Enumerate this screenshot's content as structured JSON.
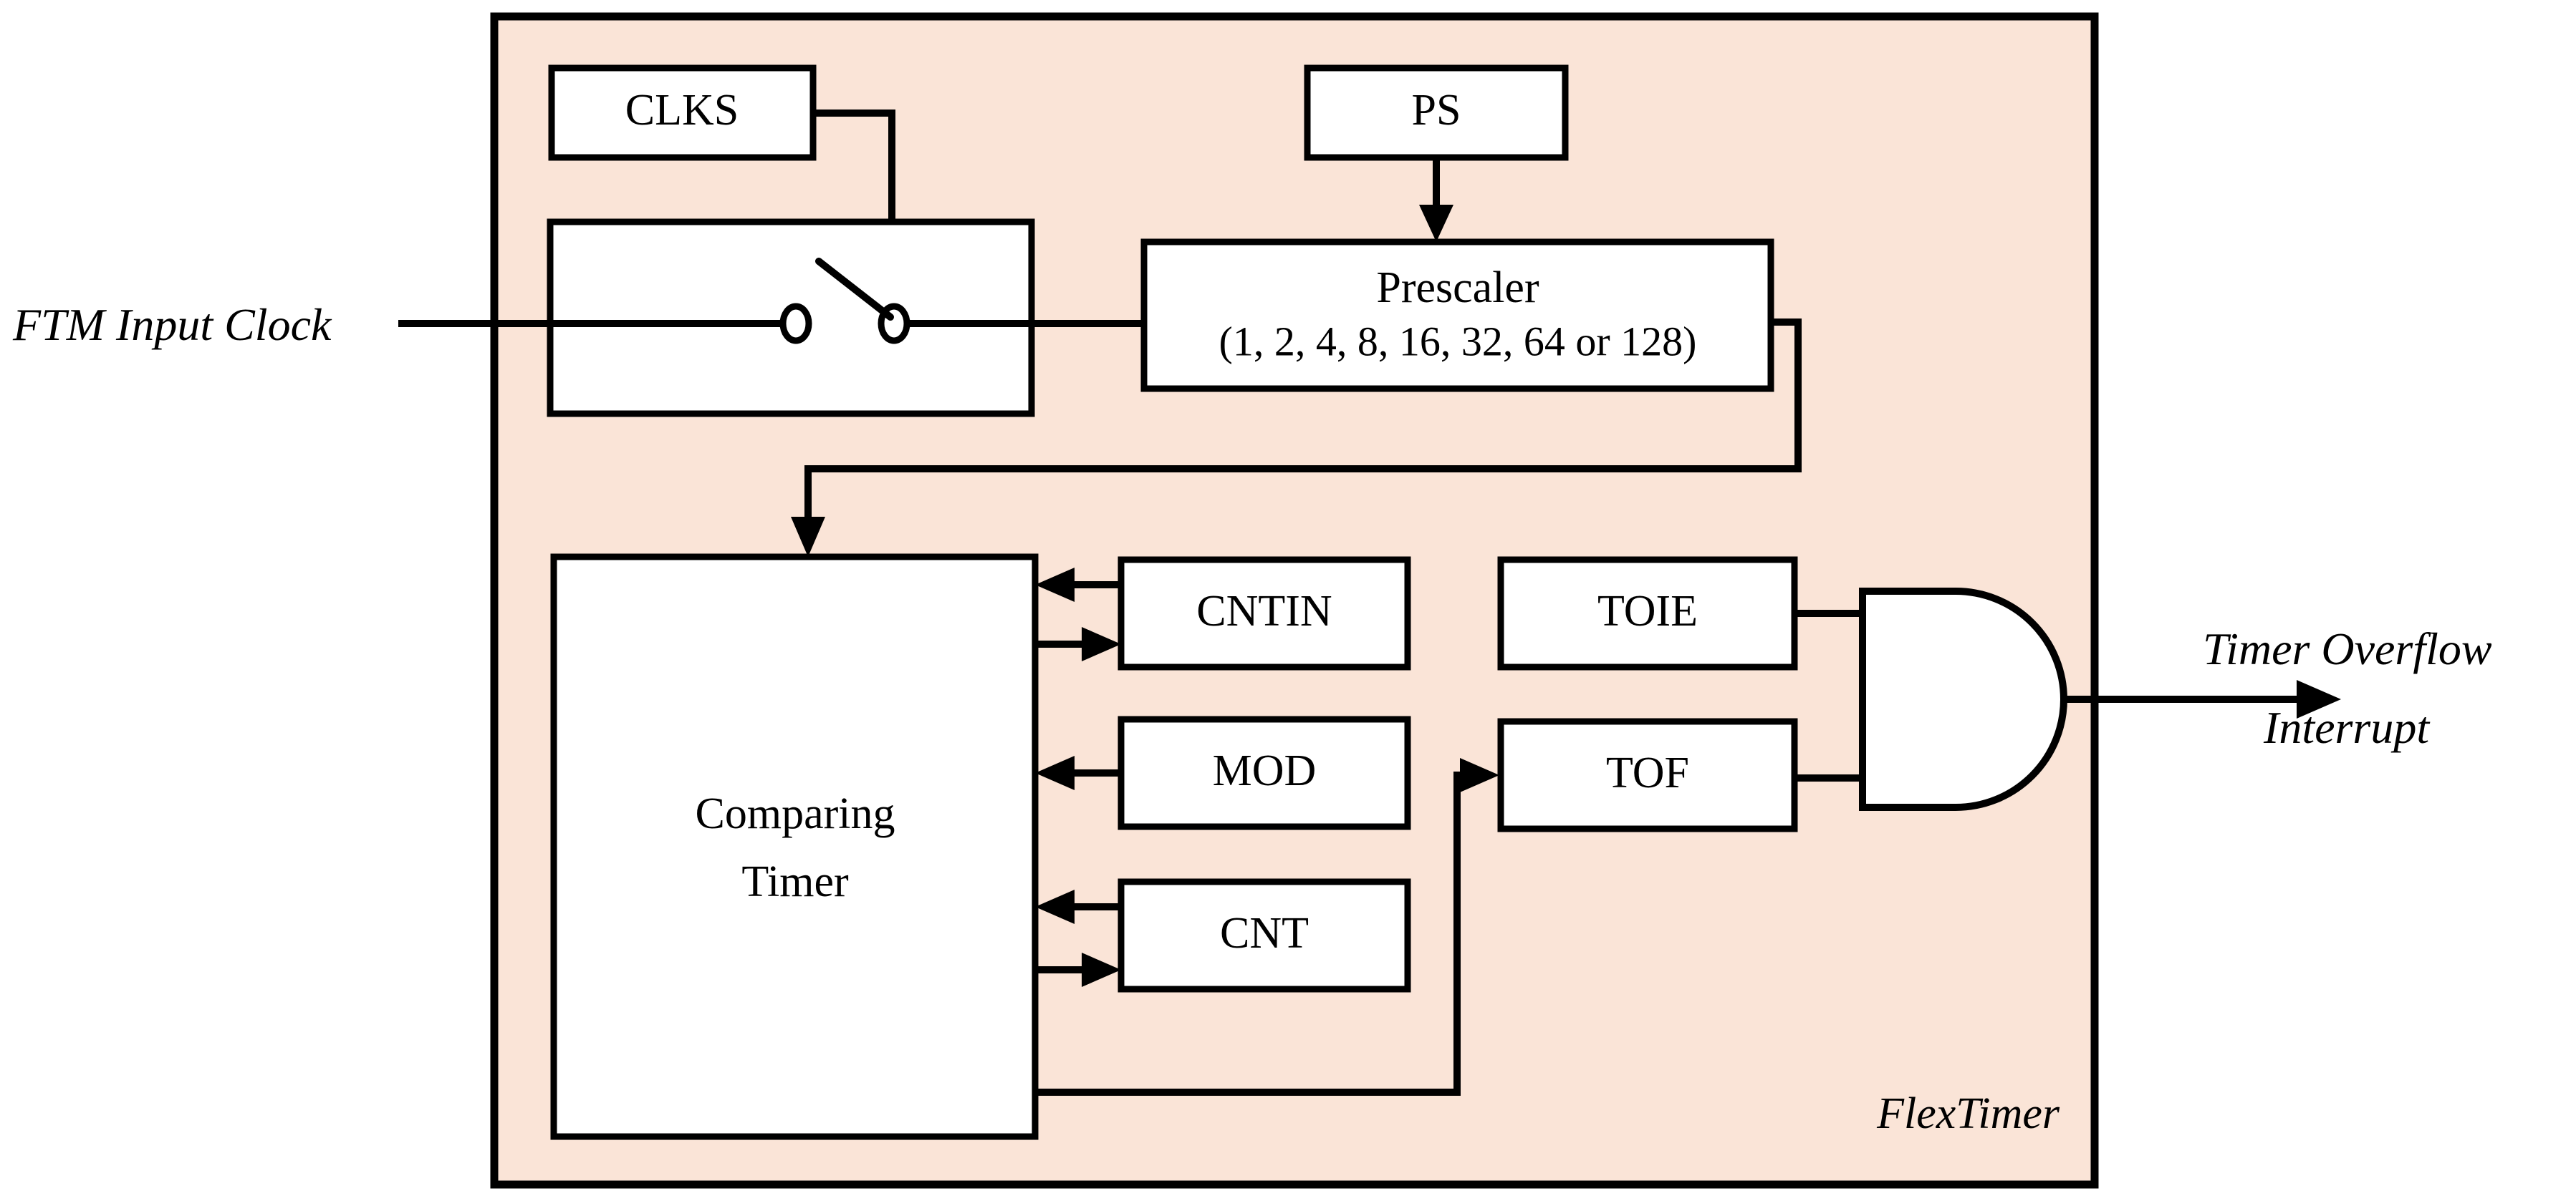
{
  "diagram": {
    "title": "FlexTimer block diagram",
    "panel_label": "FlexTimer",
    "colors": {
      "panel_background": "#FAE4D7",
      "box_fill": "#FFFFFF",
      "line": "#000000",
      "page_background": "#FFFFFF"
    },
    "external_labels": {
      "input_clock": "FTM Input Clock",
      "output_line1": "Timer Overflow",
      "output_line2": "Interrupt"
    },
    "blocks": {
      "clks": "CLKS",
      "ps": "PS",
      "prescaler_line1": "Prescaler",
      "prescaler_line2": "(1, 2, 4, 8, 16, 32, 64 or 128)",
      "comparing_timer_line1": "Comparing",
      "comparing_timer_line2": "Timer",
      "cntin": "CNTIN",
      "mod": "MOD",
      "cnt": "CNT",
      "toie": "TOIE",
      "tof": "TOF",
      "mux": "",
      "and_gate": ""
    },
    "icons": {
      "mux_switch": "switch-icon",
      "and_gate": "and-gate-icon",
      "arrow": "arrow-icon"
    }
  }
}
